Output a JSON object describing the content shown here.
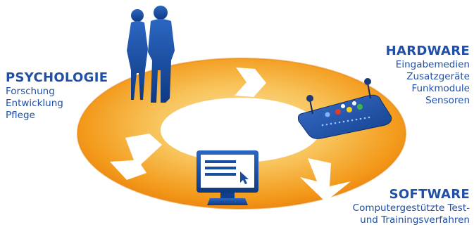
{
  "psychologie": {
    "title": "PSYCHOLOGIE",
    "items": [
      "Forschung",
      "Entwicklung",
      "Pflege"
    ]
  },
  "hardware": {
    "title": "HARDWARE",
    "items": [
      "Eingabemedien",
      "Zusatzgeräte",
      "Funkmodule",
      "Sensoren"
    ]
  },
  "software": {
    "title": "SOFTWARE",
    "items": [
      "Computergestützte Test-",
      "und Trainingsverfahren"
    ]
  },
  "colors": {
    "text_blue": "#1f4fa6",
    "ring_orange": "#f39a1b",
    "ring_light": "#f8c35a",
    "icon_blue": "#1a4d9f"
  },
  "icons": [
    "people-silhouette-icon",
    "controller-device-icon",
    "computer-monitor-icon"
  ]
}
